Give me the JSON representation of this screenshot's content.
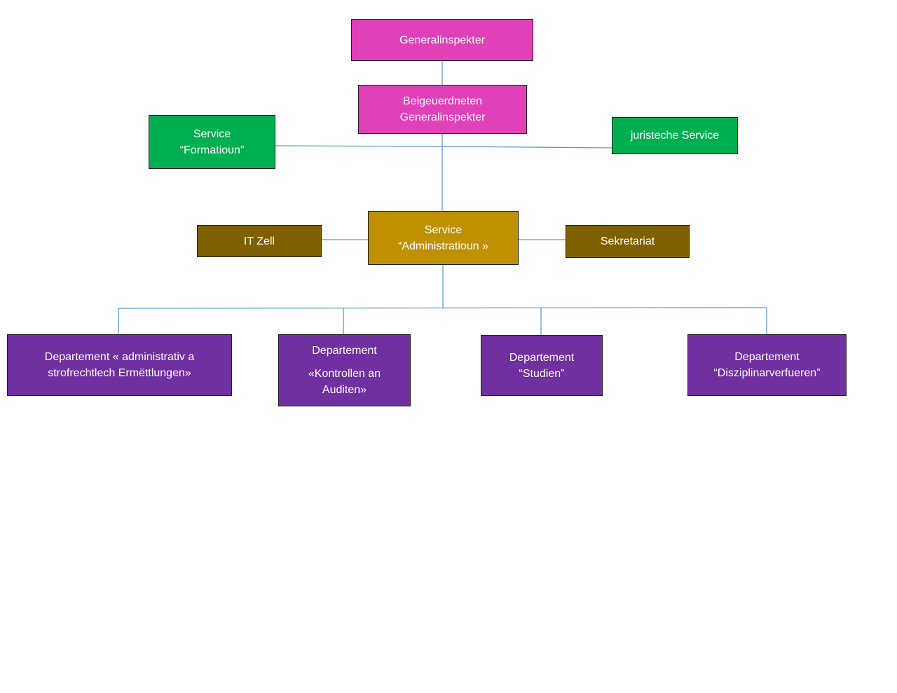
{
  "colors": {
    "top_level": "#e040b8",
    "services": "#00b050",
    "administration": "#bf9000",
    "support_units": "#7f6000",
    "departments": "#7030a0",
    "connectors": "#5b9bd5"
  },
  "nodes": {
    "generalinspekter": {
      "label": "Generalinspekter"
    },
    "beigeuerdneten": {
      "line1": "Beigeuerdneten",
      "line2": "Generalinspekter"
    },
    "service_formatioun": {
      "line1": "Service",
      "line2": "“Formatioun”"
    },
    "juristeche_service": {
      "label": "juristeche Service"
    },
    "service_administratioun": {
      "line1": "Service",
      "line2": "“Administratioun »"
    },
    "it_zell": {
      "label": "IT Zell"
    },
    "sekretariat": {
      "label": "Sekretariat"
    },
    "dept_administrativ": {
      "line1": "Departement « administrativ a",
      "line2": "strofrechtlech Ermëttlungen»"
    },
    "dept_kontrollen": {
      "line1": "Departement",
      "line2": "«Kontrollen an",
      "line3": "Auditen»"
    },
    "dept_studien": {
      "line1": "Departement",
      "line2": "“Studien”"
    },
    "dept_disziplinar": {
      "line1": "Departement",
      "line2": "“Disziplinarverfueren”"
    }
  }
}
